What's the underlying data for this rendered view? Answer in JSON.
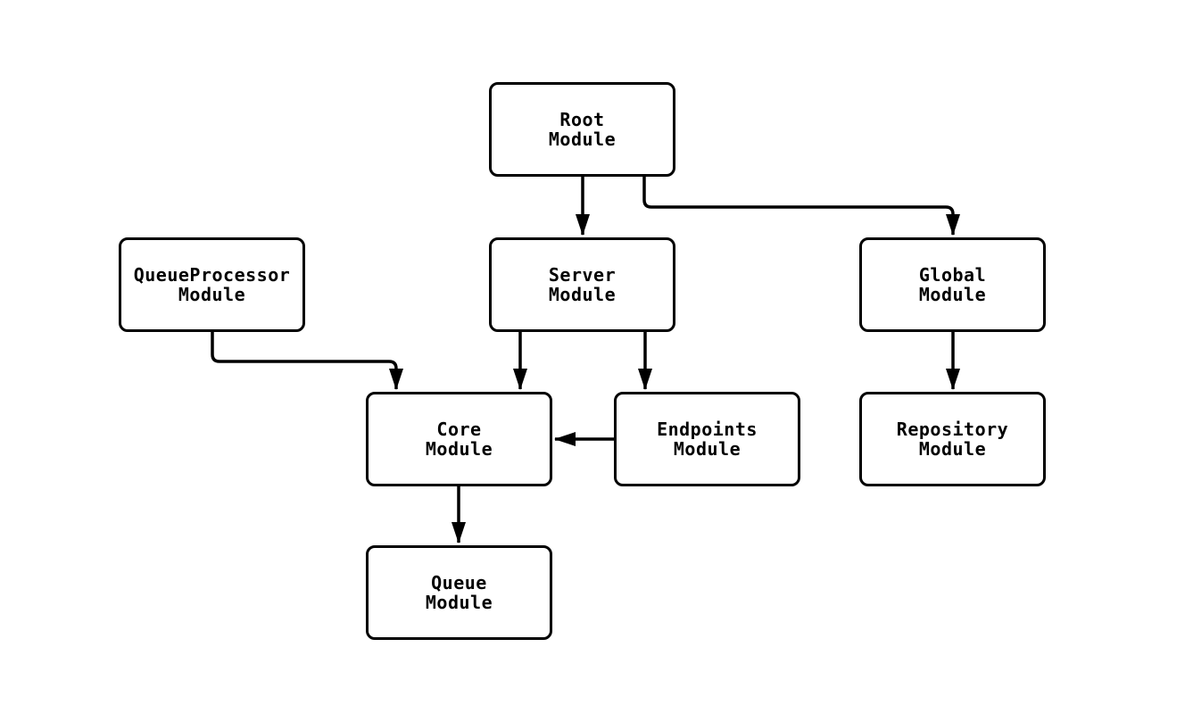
{
  "diagram": {
    "type": "module-dependency-graph",
    "background_color": "#ffffff",
    "node_fill_color": "#ffffff",
    "node_border_color": "#000000",
    "edge_color": "#000000",
    "text_color": "#000000",
    "nodes": [
      {
        "id": "root",
        "line1": "Root",
        "line2": "Module"
      },
      {
        "id": "queueprocessor",
        "line1": "QueueProcessor",
        "line2": "Module"
      },
      {
        "id": "server",
        "line1": "Server",
        "line2": "Module"
      },
      {
        "id": "global",
        "line1": "Global",
        "line2": "Module"
      },
      {
        "id": "core",
        "line1": "Core",
        "line2": "Module"
      },
      {
        "id": "endpoints",
        "line1": "Endpoints",
        "line2": "Module"
      },
      {
        "id": "repository",
        "line1": "Repository",
        "line2": "Module"
      },
      {
        "id": "queue",
        "line1": "Queue",
        "line2": "Module"
      }
    ],
    "edges": [
      {
        "from": "Root Module",
        "to": "Server Module"
      },
      {
        "from": "Root Module",
        "to": "Global Module"
      },
      {
        "from": "QueueProcessor Module",
        "to": "Core Module"
      },
      {
        "from": "Server Module",
        "to": "Core Module"
      },
      {
        "from": "Server Module",
        "to": "Endpoints Module"
      },
      {
        "from": "Global Module",
        "to": "Repository Module"
      },
      {
        "from": "Endpoints Module",
        "to": "Core Module"
      },
      {
        "from": "Core Module",
        "to": "Queue Module"
      }
    ]
  }
}
